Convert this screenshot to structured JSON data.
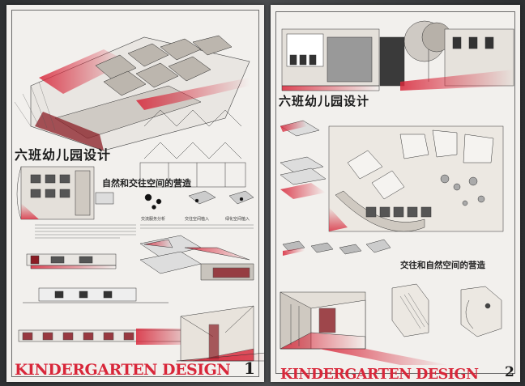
{
  "boards": [
    {
      "title": "六班幼儿园设计",
      "subtitle": "自然和交往空间的营造",
      "captions": [
        "交流服务分析",
        "交往空间植入",
        "绿化空间植入"
      ],
      "design_text": "KINDERGARTEN DESIGN",
      "number": "1"
    },
    {
      "title": "六班幼儿园设计",
      "subtitle": "交往和自然空间的营造",
      "design_text": "KINDERGARTEN DESIGN",
      "number": "2"
    }
  ],
  "colors": {
    "paper": "#f2f0ed",
    "accent_red": "#d8273a",
    "ink": "#1e1e1e",
    "wall": "#3b3d3f"
  }
}
